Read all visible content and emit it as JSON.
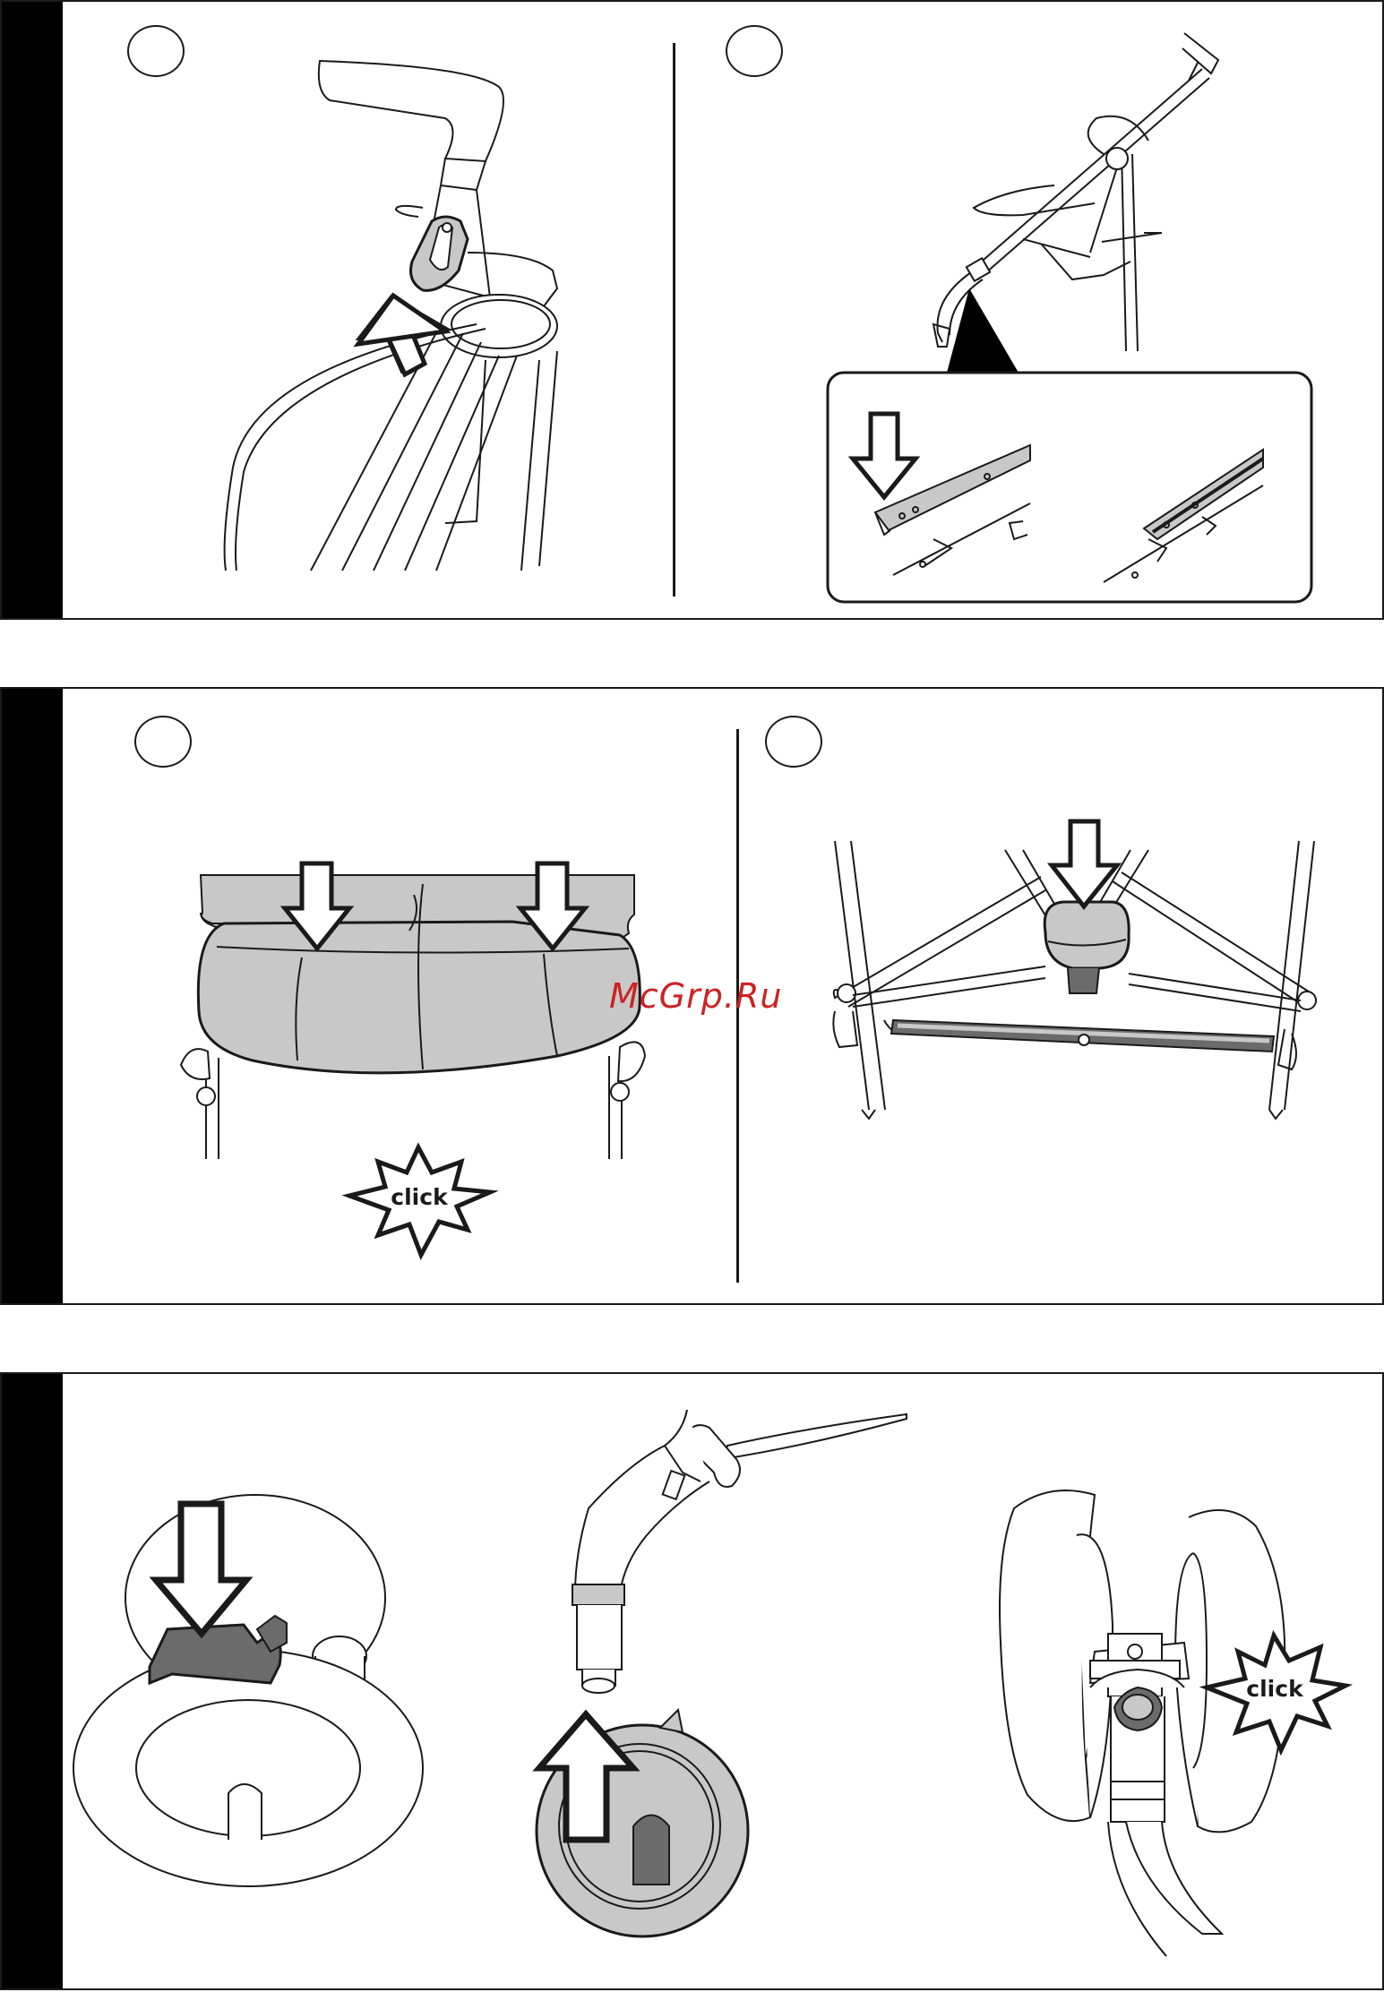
{
  "watermark": {
    "text": "McGrp.Ru",
    "color": "#cc2222"
  },
  "panels": [
    {
      "name": "panel-1",
      "steps": [
        "handle-lock-release",
        "frame-fold-latch"
      ],
      "inset": {
        "label": "frame-latch-detail"
      }
    },
    {
      "name": "panel-2",
      "steps": [
        "seat-attach",
        "crossbar-lock"
      ],
      "click_label": "click"
    },
    {
      "name": "panel-3",
      "steps": [
        "wheel-release-button",
        "wheel-attach",
        "wheel-locked"
      ],
      "click_label": "click"
    }
  ],
  "icons": [
    "down-arrow-icon",
    "up-arrow-icon",
    "click-burst-icon",
    "step-number-circle-icon"
  ],
  "colors": {
    "line": "#1a1a1a",
    "fill_gray": "#c8c8c8",
    "dark_gray": "#6b6b6b",
    "tab": "#000000"
  }
}
